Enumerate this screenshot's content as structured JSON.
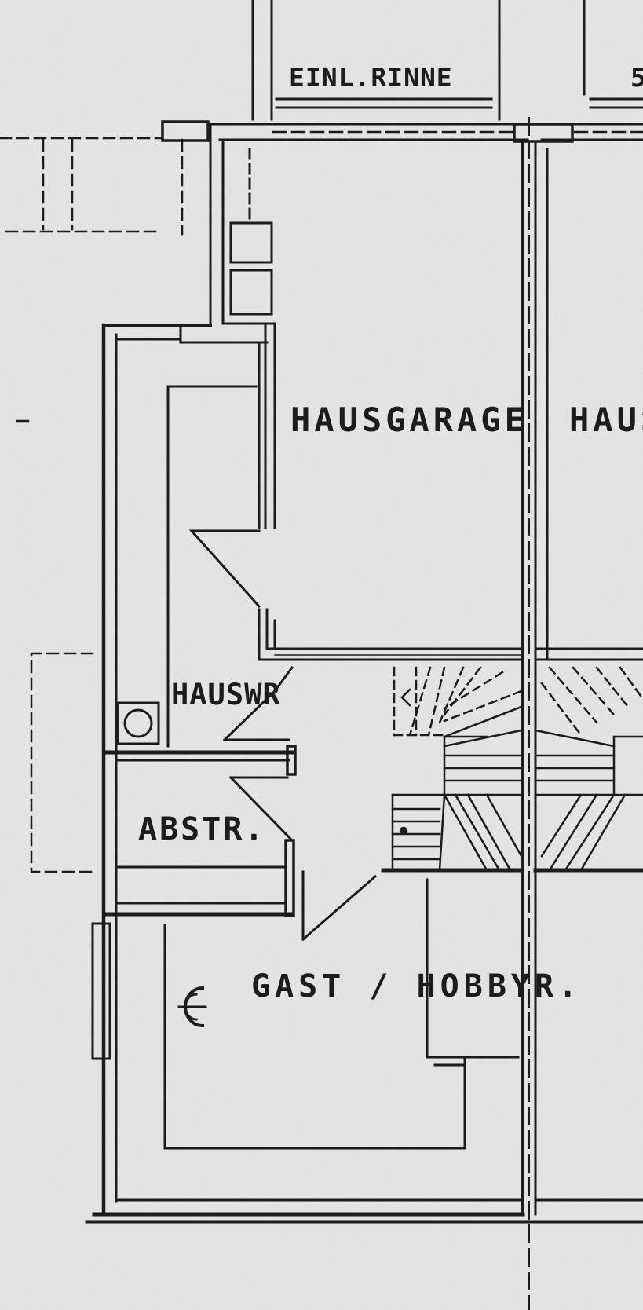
{
  "drawing": {
    "labels": {
      "rinne": "EINL.RINNE",
      "rinne_neighbor": "5",
      "garage": "HAUSGARAGE",
      "garage_neighbor": "HAUS",
      "hauswr": "HAUSWR",
      "abstr": "ABSTR.",
      "gast": "GAST / HOBBYR."
    }
  },
  "colors": {
    "paper": "#ecebea",
    "ink": "#1c1c1c"
  }
}
